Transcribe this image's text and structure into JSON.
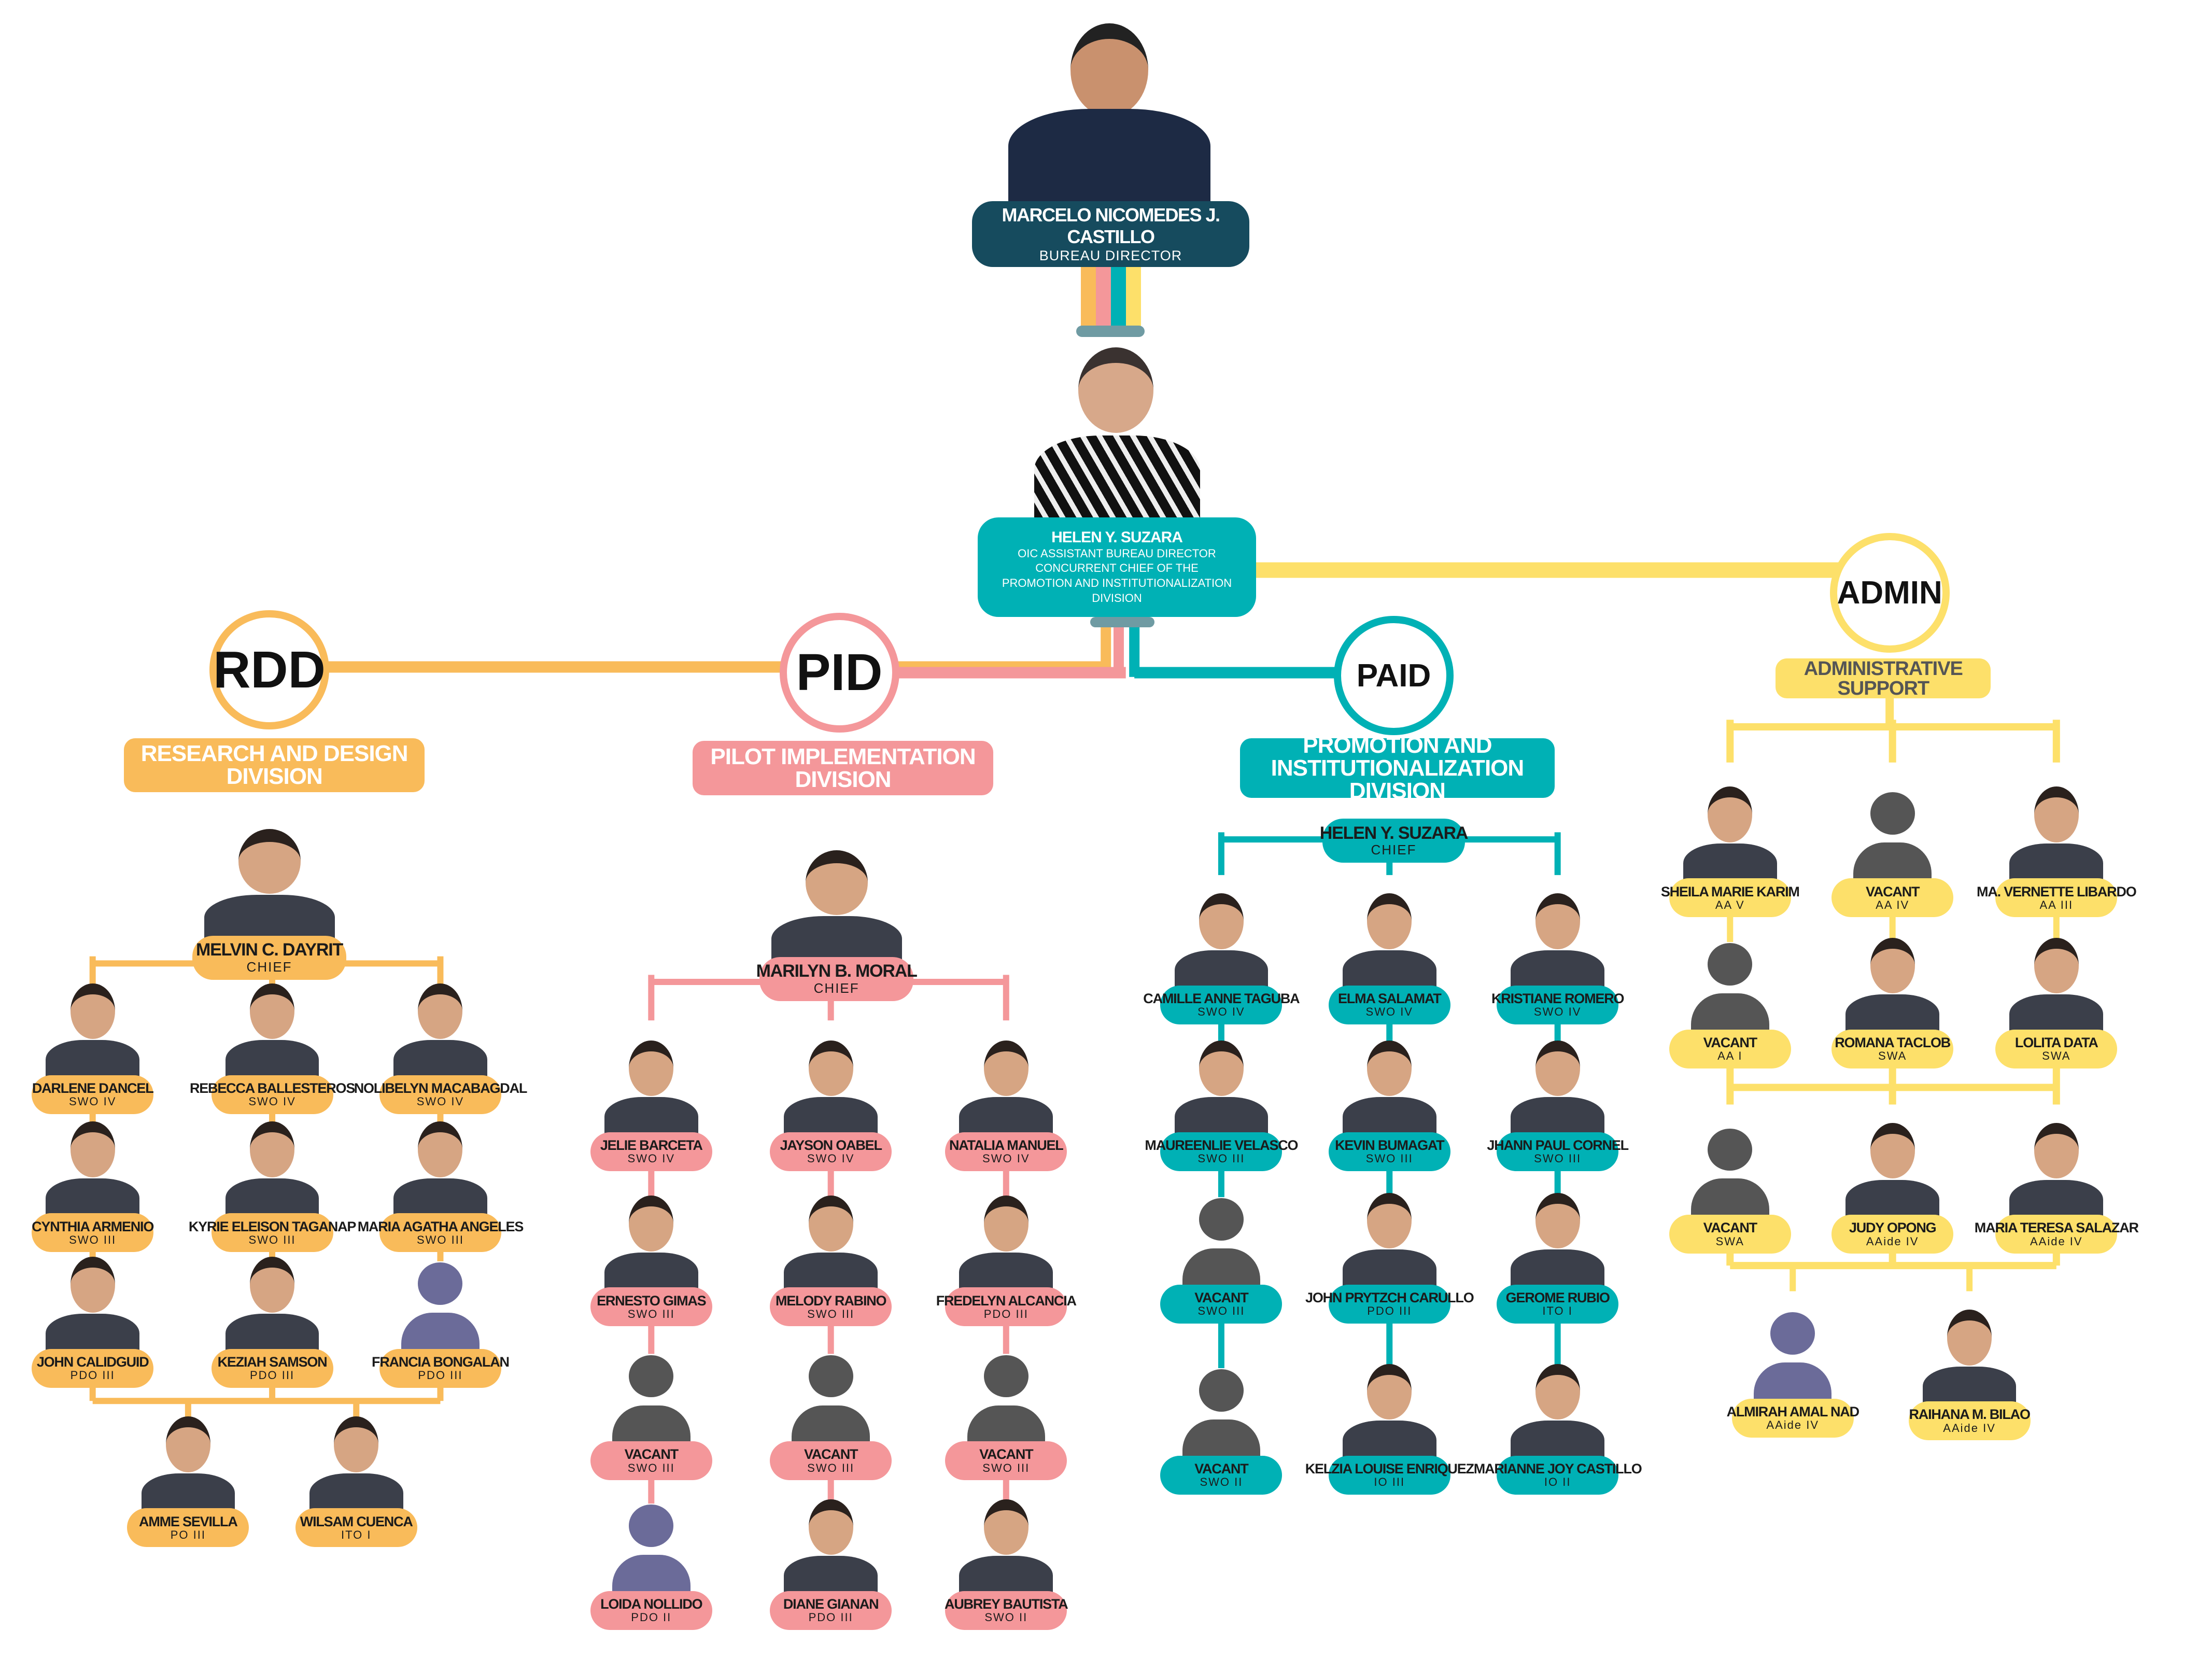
{
  "colors": {
    "director": "#164b5e",
    "rdd": "#f9bb5a",
    "pid": "#f4979a",
    "paid": "#00b1b5",
    "admin": "#fde06a",
    "connector_cap": "#6f9ba3",
    "vacant_silhouette": "#555555",
    "placeholder_silhouette": "#6b6b99"
  },
  "director": {
    "name": "MARCELO NICOMEDES J. CASTILLO",
    "title": "BUREAU DIRECTOR",
    "photo": "photo"
  },
  "assistant": {
    "name": "HELEN Y. SUZARA",
    "title_lines": [
      "OIC ASSISTANT BUREAU DIRECTOR",
      "CONCURRENT CHIEF OF THE",
      "PROMOTION AND INSTITUTIONALIZATION",
      "DIVISION"
    ],
    "photo": "photo"
  },
  "divisions": [
    {
      "key": "rdd",
      "code": "RDD",
      "full_name": "RESEARCH AND DESIGN DIVISION",
      "color": "#f9bb5a",
      "chief": {
        "name": "MELVIN C. DAYRIT",
        "title": "CHIEF",
        "photo": "photo"
      },
      "members": [
        {
          "name": "DARLENE DANCEL",
          "position": "SWO IV",
          "photo": "photo"
        },
        {
          "name": "REBECCA BALLESTEROS",
          "position": "SWO IV",
          "photo": "photo"
        },
        {
          "name": "NOLIBELYN MACABAGDAL",
          "position": "SWO IV",
          "photo": "photo"
        },
        {
          "name": "CYNTHIA ARMENIO",
          "position": "SWO III",
          "photo": "photo"
        },
        {
          "name": "KYRIE ELEISON TAGANAP",
          "position": "SWO III",
          "photo": "photo"
        },
        {
          "name": "MARIA AGATHA ANGELES",
          "position": "SWO III",
          "photo": "photo"
        },
        {
          "name": "JOHN CALIDGUID",
          "position": "PDO III",
          "photo": "photo"
        },
        {
          "name": "KEZIAH SAMSON",
          "position": "PDO III",
          "photo": "photo"
        },
        {
          "name": "FRANCIA BONGALAN",
          "position": "PDO III",
          "photo": "placeholder-silhouette"
        },
        {
          "name": "AMME SEVILLA",
          "position": "PO III",
          "photo": "photo"
        },
        {
          "name": "WILSAM CUENCA",
          "position": "ITO I",
          "photo": "photo"
        }
      ]
    },
    {
      "key": "pid",
      "code": "PID",
      "full_name": "PILOT IMPLEMENTATION DIVISION",
      "color": "#f4979a",
      "chief": {
        "name": "MARILYN B. MORAL",
        "title": "CHIEF",
        "photo": "photo"
      },
      "members": [
        {
          "name": "JELIE  BARCETA",
          "position": "SWO IV",
          "photo": "photo"
        },
        {
          "name": "JAYSON OABEL",
          "position": "SWO IV",
          "photo": "photo"
        },
        {
          "name": "NATALIA MANUEL",
          "position": "SWO IV",
          "photo": "photo"
        },
        {
          "name": "ERNESTO GIMAS",
          "position": "SWO III",
          "photo": "photo"
        },
        {
          "name": "MELODY RABINO",
          "position": "SWO III",
          "photo": "photo"
        },
        {
          "name": "FREDELYN ALCANCIA",
          "position": "PDO III",
          "photo": "photo"
        },
        {
          "name": "VACANT",
          "position": "SWO III",
          "photo": "vacant-silhouette"
        },
        {
          "name": "VACANT",
          "position": "SWO III",
          "photo": "vacant-silhouette"
        },
        {
          "name": "VACANT",
          "position": "SWO III",
          "photo": "vacant-silhouette"
        },
        {
          "name": "LOIDA NOLLIDO",
          "position": "PDO II",
          "photo": "placeholder-silhouette"
        },
        {
          "name": "DIANE GIANAN",
          "position": "PDO III",
          "photo": "photo"
        },
        {
          "name": "AUBREY BAUTISTA",
          "position": "SWO II",
          "photo": "photo"
        }
      ]
    },
    {
      "key": "paid",
      "code": "PAID",
      "full_name": "PROMOTION AND INSTITUTIONALIZATION DIVISION",
      "color": "#00b1b5",
      "chief": {
        "name": "HELEN Y. SUZARA",
        "title": "CHIEF",
        "photo": "none"
      },
      "members": [
        {
          "name": "CAMILLE ANNE TAGUBA",
          "position": "SWO IV",
          "photo": "photo"
        },
        {
          "name": "ELMA SALAMAT",
          "position": "SWO IV",
          "photo": "photo"
        },
        {
          "name": "KRISTIANE ROMERO",
          "position": "SWO IV",
          "photo": "photo"
        },
        {
          "name": "MAUREENLIE VELASCO",
          "position": "SWO III",
          "photo": "photo"
        },
        {
          "name": "KEVIN BUMAGAT",
          "position": "SWO III",
          "photo": "photo"
        },
        {
          "name": "JHANN PAUL CORNEL",
          "position": "SWO III",
          "photo": "photo"
        },
        {
          "name": "VACANT",
          "position": "SWO III",
          "photo": "vacant-silhouette"
        },
        {
          "name": "JOHN PRYTZCH CARULLO",
          "position": "PDO III",
          "photo": "photo"
        },
        {
          "name": "GEROME RUBIO",
          "position": "ITO I",
          "photo": "photo"
        },
        {
          "name": "VACANT",
          "position": "SWO II",
          "photo": "vacant-silhouette"
        },
        {
          "name": "KELZIA LOUISE ENRIQUEZ",
          "position": "IO III",
          "photo": "photo"
        },
        {
          "name": "MARIANNE JOY CASTILLO",
          "position": "IO II",
          "photo": "photo"
        }
      ]
    },
    {
      "key": "admin",
      "code": "ADMIN",
      "full_name": "ADMINISTRATIVE SUPPORT",
      "color": "#fde06a",
      "chief": null,
      "members": [
        {
          "name": "SHEILA MARIE KARIM",
          "position": "AA V",
          "photo": "photo"
        },
        {
          "name": "VACANT",
          "position": "AA IV",
          "photo": "vacant-silhouette"
        },
        {
          "name": "MA. VERNETTE LIBARDO",
          "position": "AA III",
          "photo": "photo"
        },
        {
          "name": "VACANT",
          "position": "AA I",
          "photo": "vacant-silhouette"
        },
        {
          "name": "ROMANA TACLOB",
          "position": "SWA",
          "photo": "photo"
        },
        {
          "name": "LOLITA DATA",
          "position": "SWA",
          "photo": "photo"
        },
        {
          "name": "VACANT",
          "position": "SWA",
          "photo": "vacant-silhouette"
        },
        {
          "name": "JUDY OPONG",
          "position": "AAide IV",
          "photo": "photo"
        },
        {
          "name": "MARIA TERESA SALAZAR",
          "position": "AAide IV",
          "photo": "photo"
        },
        {
          "name": "ALMIRAH AMAL NAD",
          "position": "AAide IV",
          "photo": "placeholder-silhouette"
        },
        {
          "name": "RAIHANA M. BILAO",
          "position": "AAide IV",
          "photo": "photo"
        }
      ]
    }
  ]
}
